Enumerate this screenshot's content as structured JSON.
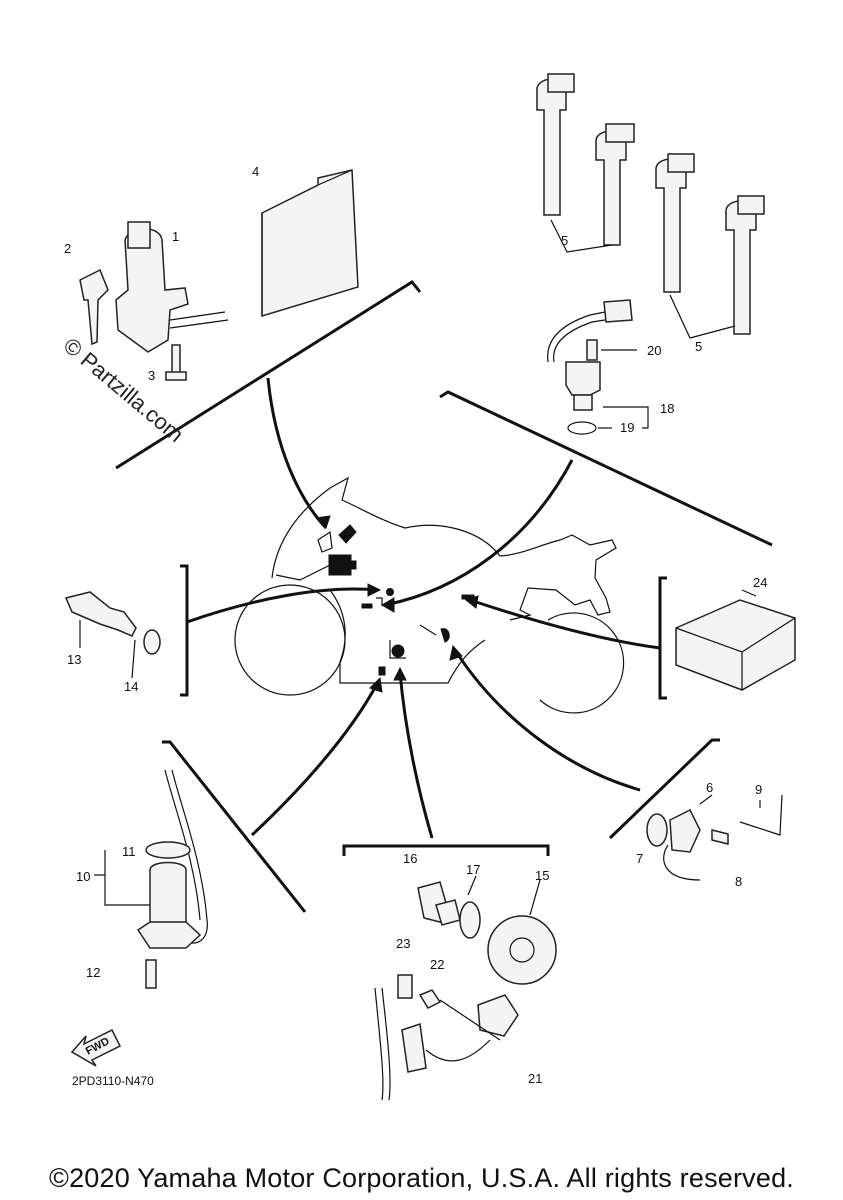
{
  "watermark": "© Partzilla.com",
  "diagram_code": "2PD3110-N470",
  "fwd_label": "FWD",
  "copyright": "©2020 Yamaha Motor Corporation, U.S.A. All rights reserved.",
  "callouts": [
    {
      "id": "c1",
      "text": "1"
    },
    {
      "id": "c2",
      "text": "2"
    },
    {
      "id": "c3",
      "text": "3"
    },
    {
      "id": "c4",
      "text": "4"
    },
    {
      "id": "c5a",
      "text": "5"
    },
    {
      "id": "c5b",
      "text": "5"
    },
    {
      "id": "c6",
      "text": "6"
    },
    {
      "id": "c7",
      "text": "7"
    },
    {
      "id": "c8",
      "text": "8"
    },
    {
      "id": "c9",
      "text": "9"
    },
    {
      "id": "c10",
      "text": "10"
    },
    {
      "id": "c11",
      "text": "11"
    },
    {
      "id": "c12",
      "text": "12"
    },
    {
      "id": "c13",
      "text": "13"
    },
    {
      "id": "c14",
      "text": "14"
    },
    {
      "id": "c15",
      "text": "15"
    },
    {
      "id": "c16",
      "text": "16"
    },
    {
      "id": "c17",
      "text": "17"
    },
    {
      "id": "c18",
      "text": "18"
    },
    {
      "id": "c19",
      "text": "19"
    },
    {
      "id": "c20",
      "text": "20"
    },
    {
      "id": "c21",
      "text": "21"
    },
    {
      "id": "c22",
      "text": "22"
    },
    {
      "id": "c23",
      "text": "23"
    },
    {
      "id": "c24",
      "text": "24"
    }
  ]
}
